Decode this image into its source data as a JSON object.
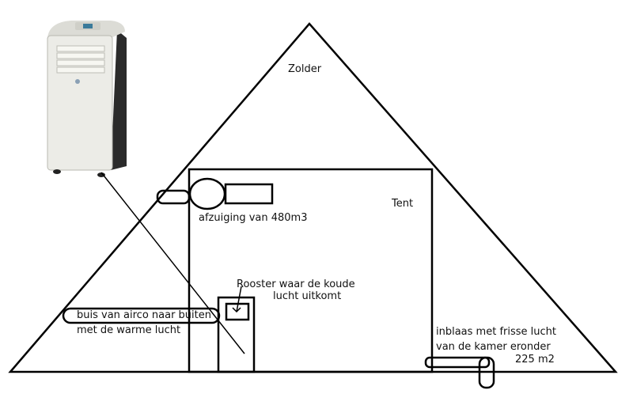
{
  "labels": {
    "attic": "Zolder",
    "tent": "Tent",
    "exhaust": "afzuiging van 480m3",
    "grille_line1": "Rooster waar de koude",
    "grille_line2": "lucht uitkomt",
    "duct_line1": "buis van airco naar buiten",
    "duct_line2": "met de warme lucht",
    "intake_line1": "inblaas met frisse lucht",
    "intake_line2": "van de kamer eronder",
    "intake_line3": "225 m2"
  },
  "colors": {
    "line": "#000000",
    "background": "#ffffff",
    "ac_body": "#e9e9e4",
    "ac_side": "#2a2a2a"
  }
}
